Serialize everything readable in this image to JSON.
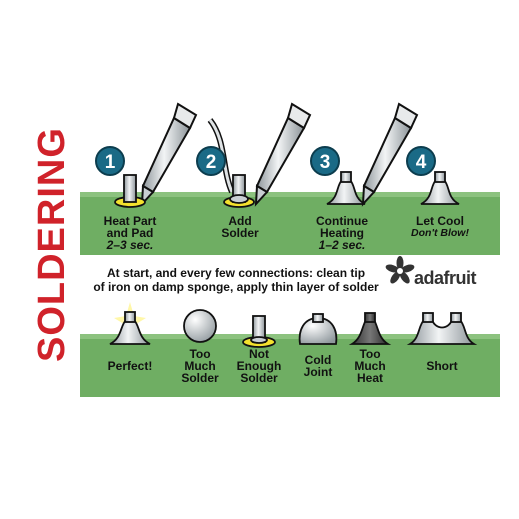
{
  "title": "SOLDERING",
  "brand": "adafruit",
  "colors": {
    "board": "#6fae63",
    "board_dark": "#4e8e48",
    "title_red": "#d0222a",
    "badge_teal": "#1a6a86",
    "pad_yellow": "#f4e12e",
    "metal": "#c9cfd3"
  },
  "steps": [
    {
      "number": "1",
      "line1": "Heat Part",
      "line2": "and Pad",
      "note": "2–3 sec."
    },
    {
      "number": "2",
      "line1": "Add",
      "line2": "Solder",
      "note": ""
    },
    {
      "number": "3",
      "line1": "Continue",
      "line2": "Heating",
      "note": "1–2 sec."
    },
    {
      "number": "4",
      "line1": "Let Cool",
      "line2": "",
      "note": "Don't Blow!"
    }
  ],
  "tip": {
    "line1": "At start, and every few connections: clean tip",
    "line2": "of iron on damp sponge, apply thin layer of solder"
  },
  "results": [
    {
      "line1": "Perfect!",
      "line2": "",
      "line3": ""
    },
    {
      "line1": "Too",
      "line2": "Much",
      "line3": "Solder"
    },
    {
      "line1": "Not",
      "line2": "Enough",
      "line3": "Solder"
    },
    {
      "line1": "Cold",
      "line2": "Joint",
      "line3": ""
    },
    {
      "line1": "Too",
      "line2": "Much",
      "line3": "Heat"
    },
    {
      "line1": "Short",
      "line2": "",
      "line3": ""
    }
  ]
}
